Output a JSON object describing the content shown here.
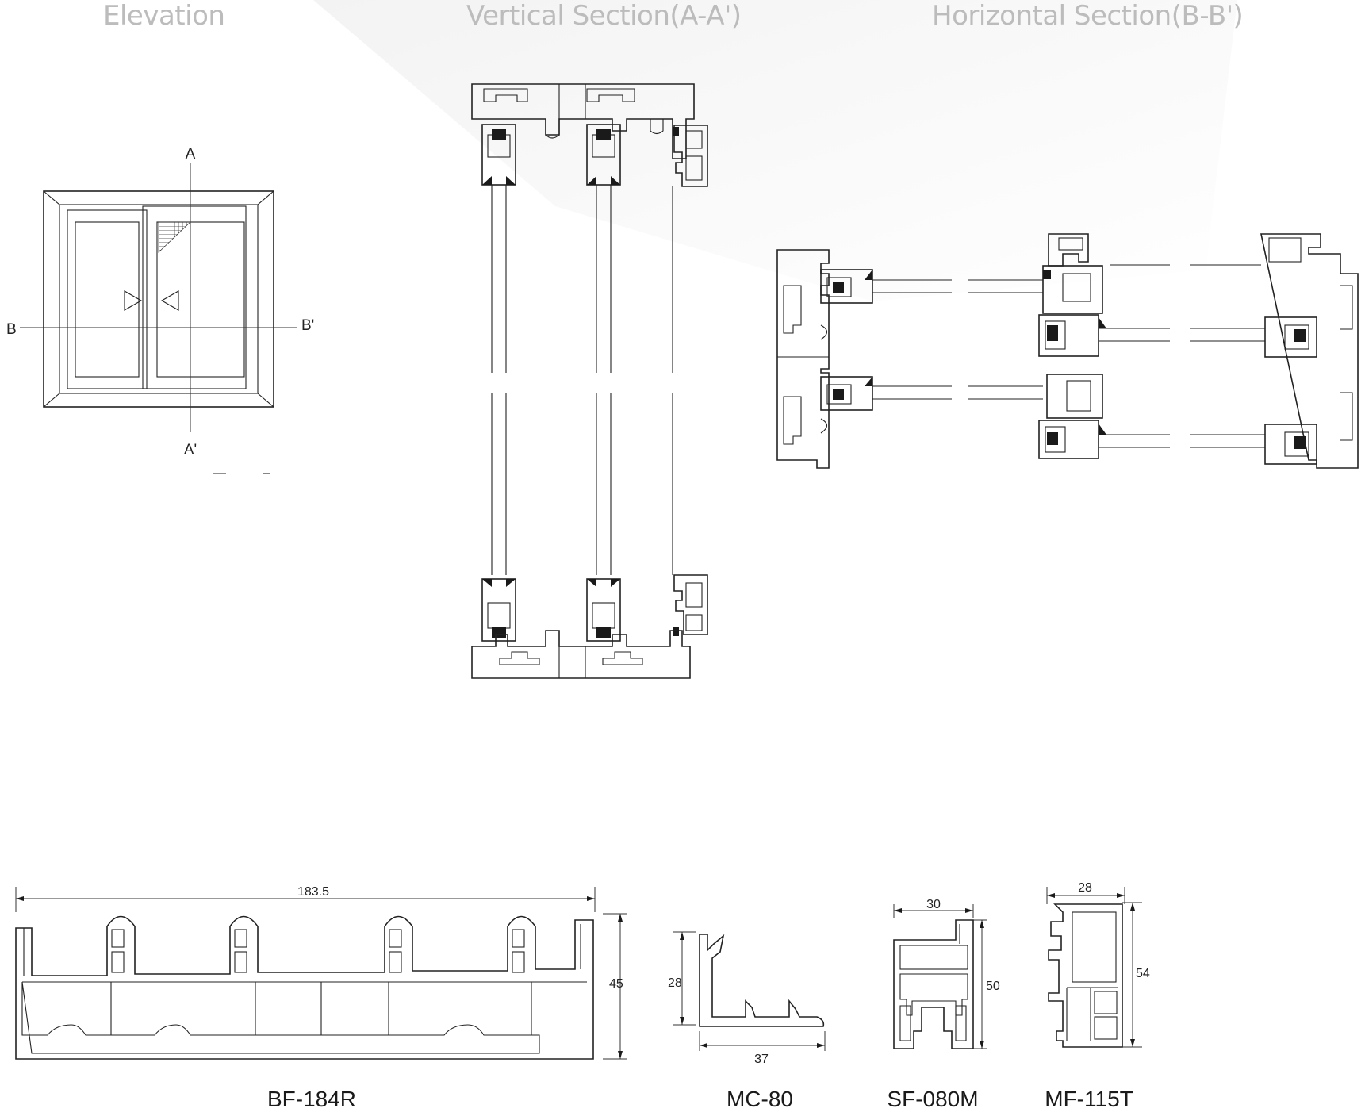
{
  "headings": {
    "elevation": "Elevation",
    "vertical": "Vertical Section(A-A')",
    "horizontal": "Horizontal Section(B-B')"
  },
  "elevation_marks": {
    "a": "A",
    "a_prime": "A'",
    "b": "B",
    "b_prime": "B'"
  },
  "profiles": [
    {
      "code": "BF-184R",
      "dims": [
        "183.5",
        "45"
      ]
    },
    {
      "code": "MC-80",
      "dims": [
        "28",
        "37"
      ]
    },
    {
      "code": "SF-080M",
      "dims": [
        "30",
        "50"
      ]
    },
    {
      "code": "MF-115T",
      "dims": [
        "28",
        "54"
      ]
    }
  ]
}
